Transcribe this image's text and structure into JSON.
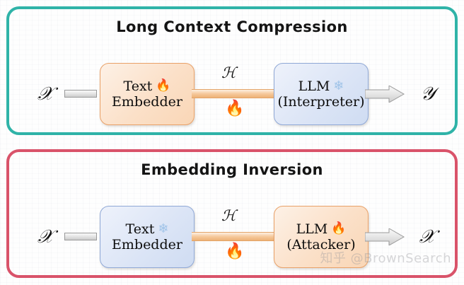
{
  "figure": {
    "background_color": "#fefefe",
    "watermark": "知乎 @BrownSearch"
  },
  "panels": [
    {
      "id": "long-context-compression",
      "title": "Long Context Compression",
      "border_color": "#2fb3a8",
      "input_symbol": "𝒳",
      "output_symbol": "𝒴",
      "intermediate_symbol": "ℋ",
      "intermediate_state": "trainable",
      "intermediate_icon": "fire-icon",
      "blocks": [
        {
          "line1": "Text",
          "line2": "Embedder",
          "color": "#f9d6b6",
          "border_color": "#e9a168",
          "state": "trainable",
          "icon": "fire-icon",
          "icon_glyph": "🔥"
        },
        {
          "line1": "LLM",
          "line2": "(Interpreter)",
          "color": "#cfdcf2",
          "border_color": "#8fa8d6",
          "state": "frozen",
          "icon": "snowflake-icon",
          "icon_glyph": "❄"
        }
      ]
    },
    {
      "id": "embedding-inversion",
      "title": "Embedding Inversion",
      "border_color": "#d9536a",
      "input_symbol": "𝒳",
      "output_symbol": "𝒳",
      "intermediate_symbol": "ℋ",
      "intermediate_state": "trainable",
      "intermediate_icon": "fire-icon",
      "blocks": [
        {
          "line1": "Text",
          "line2": "Embedder",
          "color": "#cfdcf2",
          "border_color": "#8fa8d6",
          "state": "frozen",
          "icon": "snowflake-icon",
          "icon_glyph": "❄"
        },
        {
          "line1": "LLM",
          "line2": "(Attacker)",
          "color": "#f9d6b6",
          "border_color": "#e9a168",
          "state": "trainable",
          "icon": "fire-icon",
          "icon_glyph": "🔥"
        }
      ]
    }
  ],
  "legend": {
    "fire_meaning": "trainable",
    "snowflake_meaning": "frozen"
  }
}
